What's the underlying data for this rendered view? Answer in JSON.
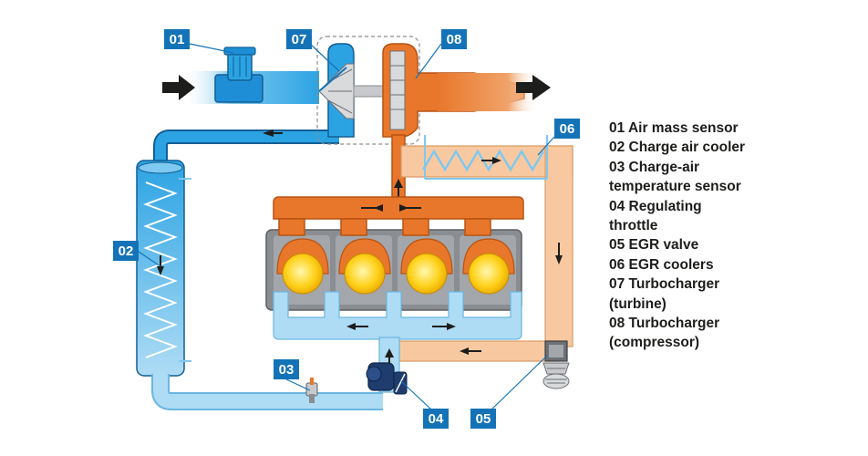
{
  "diagram": {
    "colors": {
      "intake_blue": "#2ba3e3",
      "intake_light": "#aedcf5",
      "exhaust_orange": "#e8772b",
      "exhaust_light": "#f8c9a0",
      "label_box": "#1473b7",
      "engine_grey": "#8a8d91",
      "cylinder_yellow": "#ffd21c"
    },
    "tags": [
      {
        "id": "01"
      },
      {
        "id": "02"
      },
      {
        "id": "03"
      },
      {
        "id": "04"
      },
      {
        "id": "05"
      },
      {
        "id": "06"
      },
      {
        "id": "07"
      },
      {
        "id": "08"
      }
    ],
    "legend": [
      "01 Air mass sensor",
      "02 Charge air cooler",
      "03 Charge-air",
      "temperature sensor",
      "04 Regulating",
      "throttle",
      "05 EGR valve",
      "06 EGR coolers",
      "07 Turbocharger",
      "(turbine)",
      "08 Turbocharger",
      "(compressor)"
    ]
  }
}
